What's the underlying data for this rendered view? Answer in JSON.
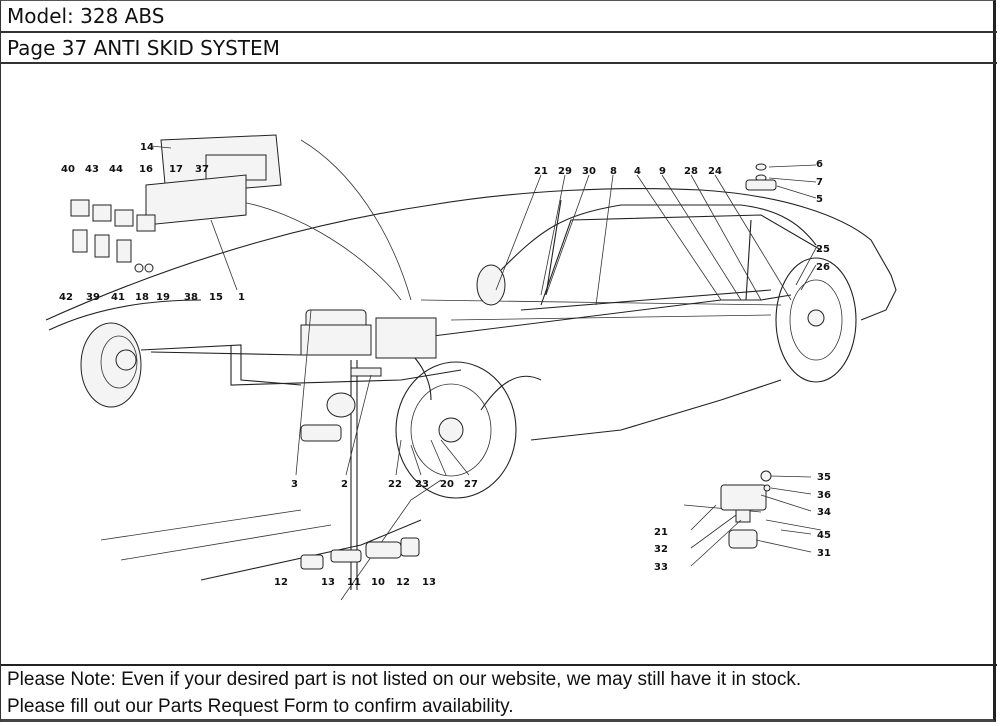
{
  "header": {
    "model": "Model: 328 ABS",
    "page": "Page 37  ANTI SKID SYSTEM"
  },
  "diagram": {
    "title": "ANTI SKID SYSTEM exploded parts view",
    "callouts": {
      "c14": "14",
      "c40": "40",
      "c43": "43",
      "c44": "44",
      "c16": "16",
      "c17": "17",
      "c37": "37",
      "c42": "42",
      "c39": "39",
      "c41": "41",
      "c18": "18",
      "c19": "19",
      "c38": "38",
      "c15": "15",
      "c1": "1",
      "c21a": "21",
      "c29": "29",
      "c30": "30",
      "c8": "8",
      "c4": "4",
      "c9": "9",
      "c28": "28",
      "c24": "24",
      "c6": "6",
      "c7": "7",
      "c5": "5",
      "c25": "25",
      "c26": "26",
      "c3": "3",
      "c2": "2",
      "c22": "22",
      "c23": "23",
      "c20": "20",
      "c27": "27",
      "c12a": "12",
      "c13a": "13",
      "c11": "11",
      "c10": "10",
      "c12b": "12",
      "c13b": "13",
      "c35": "35",
      "c36": "36",
      "c34": "34",
      "c21b": "21",
      "c45": "45",
      "c32": "32",
      "c31": "31",
      "c33": "33"
    }
  },
  "footer": {
    "note_line1": "Please Note: Even if your desired part is not listed on our website, we may still have it in stock.",
    "note_line2": "Please fill out our Parts Request Form to confirm availability."
  }
}
